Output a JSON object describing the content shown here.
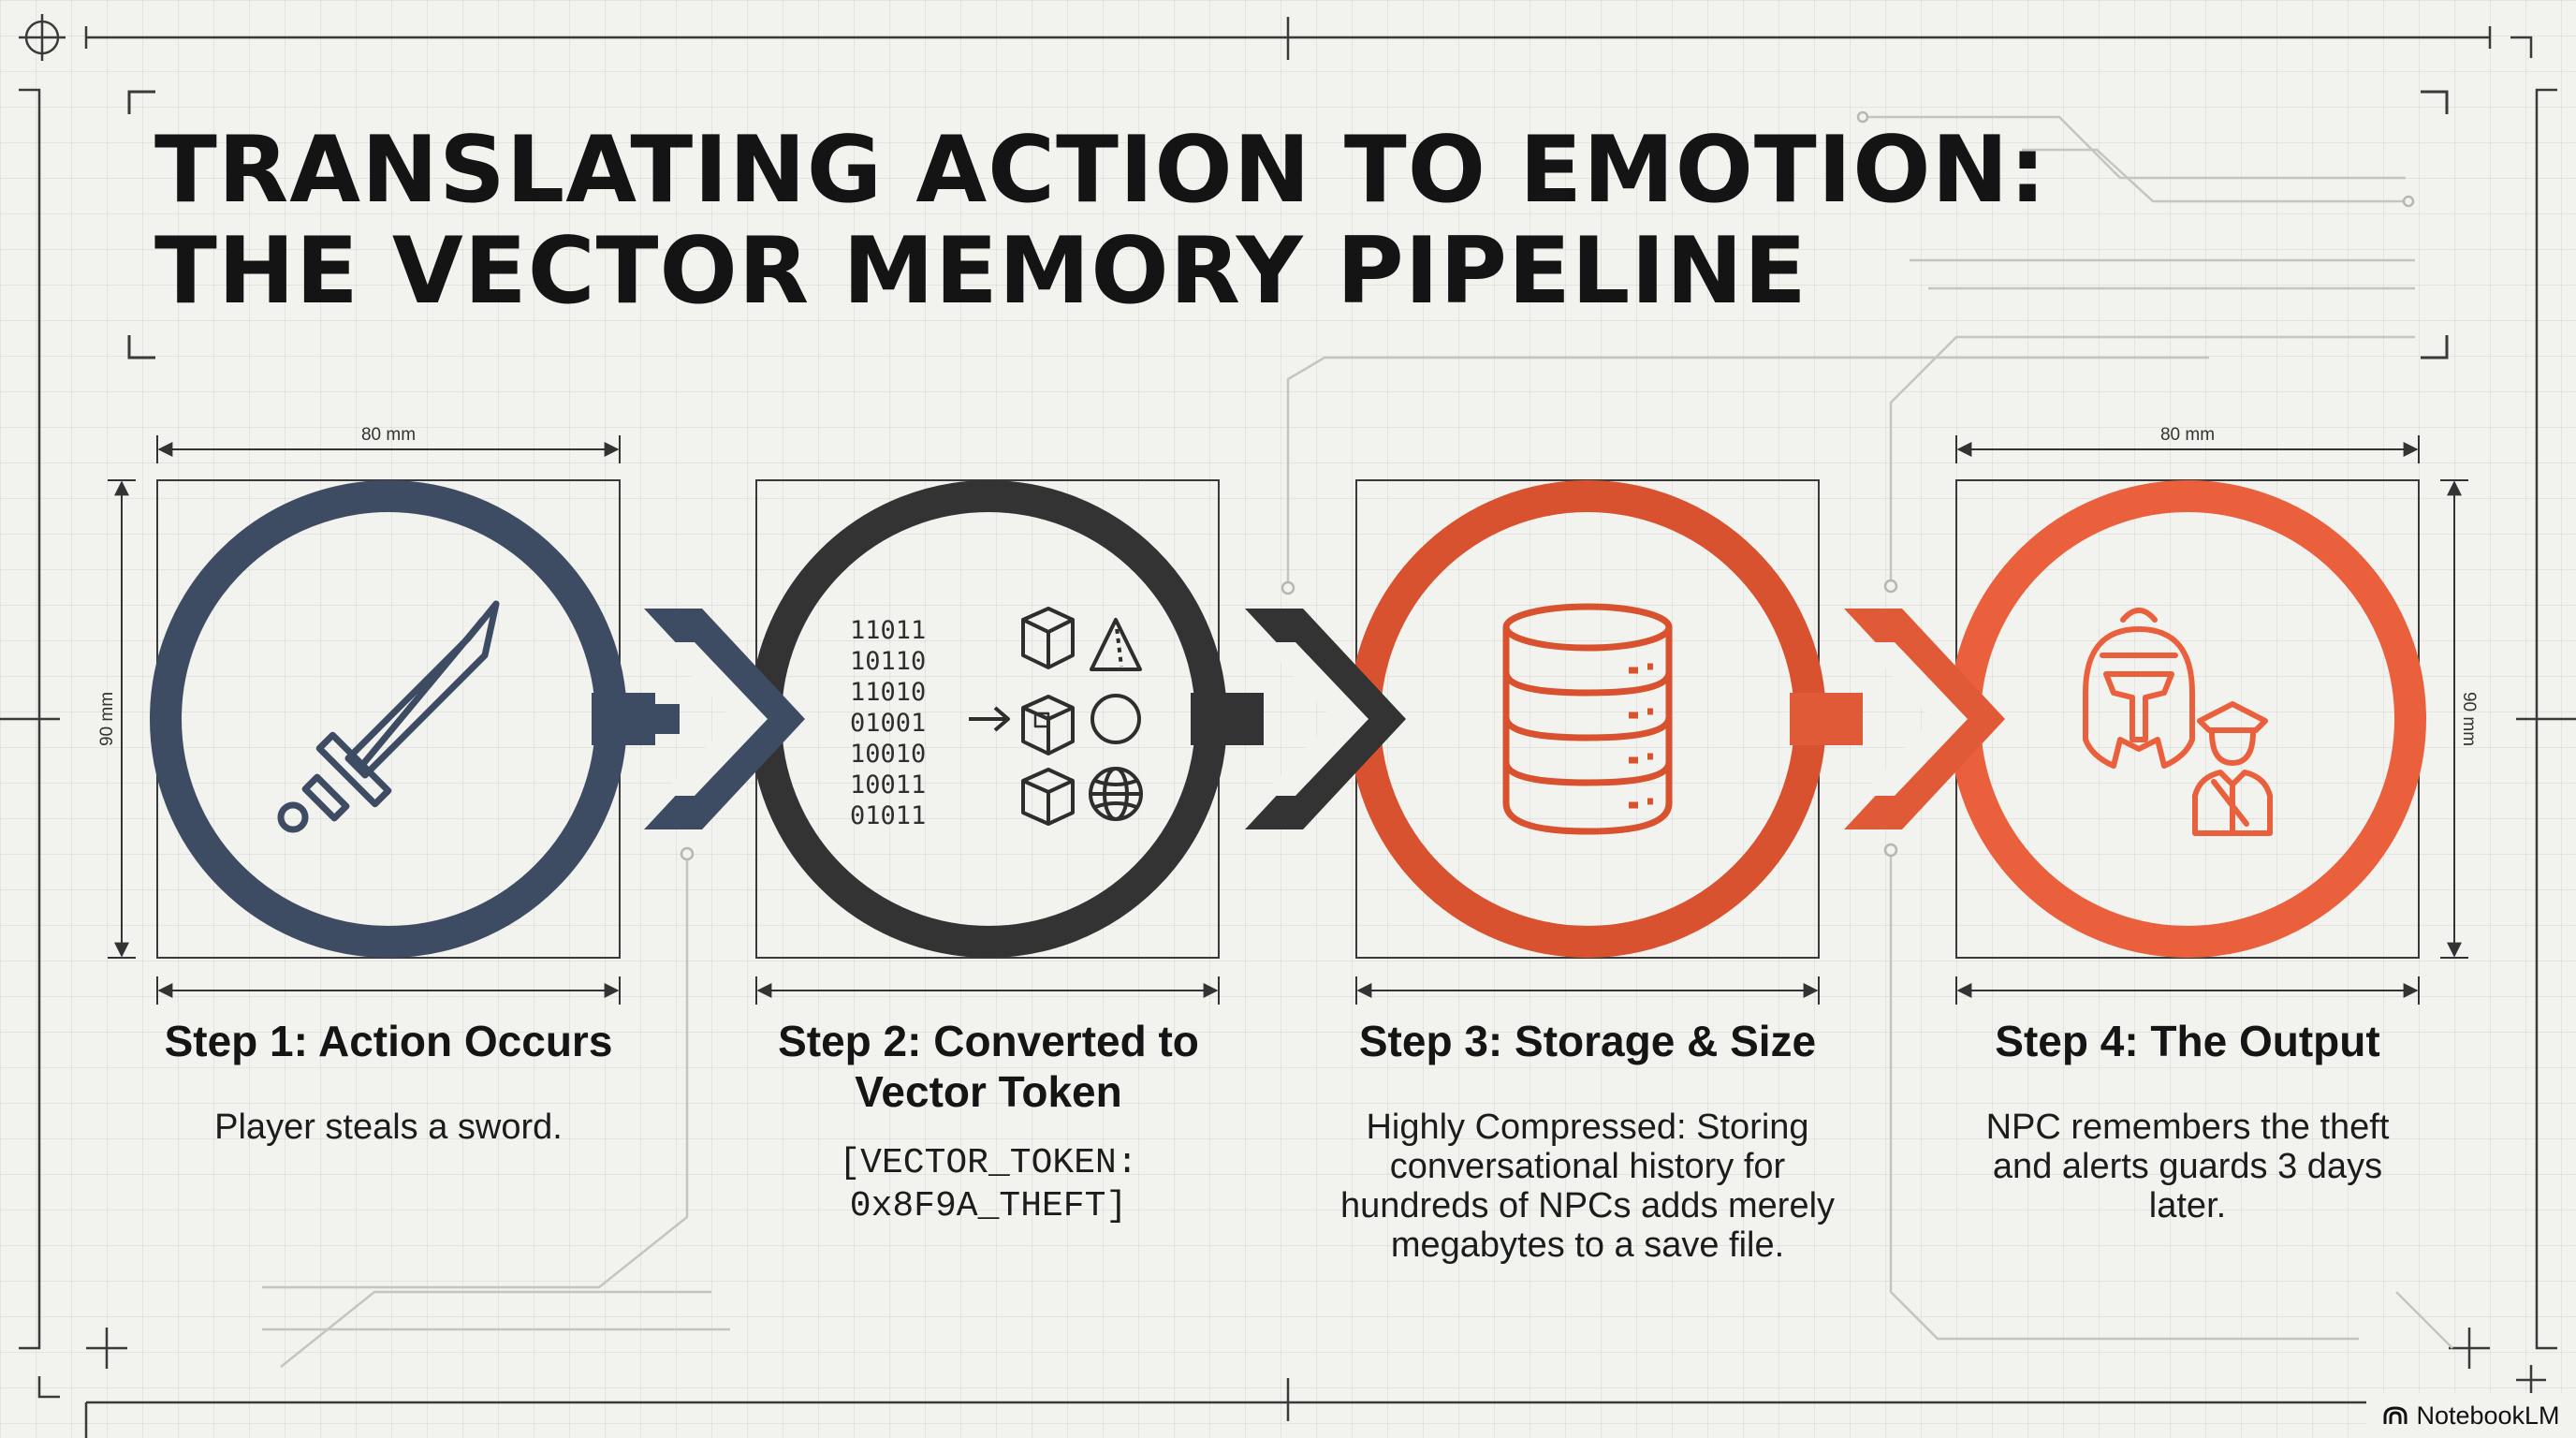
{
  "title": {
    "line1": "TRANSLATING ACTION TO EMOTION:",
    "line2": "THE VECTOR MEMORY PIPELINE"
  },
  "dimensions": {
    "width_label": "80 mm",
    "height_label": "90 mm"
  },
  "colors": {
    "step1": "#3d4b63",
    "step2": "#333333",
    "step3": "#d95230",
    "step4": "#ea5f3c",
    "ink": "#141414"
  },
  "steps": [
    {
      "title": "Step 1: Action Occurs",
      "description": "Player steals a sword.",
      "icon": "sword-icon"
    },
    {
      "title": "Step 2: Converted to Vector Token",
      "description_line1": "[VECTOR_TOKEN:",
      "description_line2": "0x8F9A_THEFT]",
      "icon": "binary-to-shapes-icon",
      "binary": [
        "11011",
        "10110",
        "11010",
        "01001",
        "10010",
        "10011",
        "01011"
      ]
    },
    {
      "title": "Step 3: Storage & Size",
      "description": "Highly Compressed: Storing conversational history for hundreds of NPCs adds merely megabytes to a save file.",
      "icon": "database-icon"
    },
    {
      "title": "Step 4: The Output",
      "description": "NPC remembers the theft and alerts guards 3 days later.",
      "icon": "helmet-and-guard-icon"
    }
  ],
  "badge": {
    "label": "NotebookLM",
    "icon": "notebooklm-logo-icon"
  }
}
